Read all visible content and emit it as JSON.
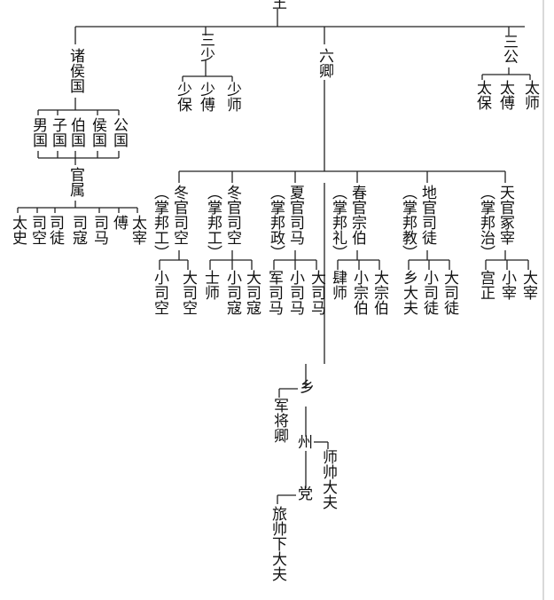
{
  "top": "王",
  "zhuhouguo": "诸侯国",
  "sanshao": "三少",
  "liuqing": "六卿",
  "sangong": "三公",
  "shaobao": "少保",
  "shaofu": "少傅",
  "shaoshi": "少师",
  "taibao": "太保",
  "taifu": "太傅",
  "taishi": "太师",
  "nanguo": "男国",
  "ziguo": "子国",
  "boguo": "伯国",
  "houguo": "侯国",
  "gongguo": "公国",
  "guanshu": "官属",
  "taishi2": "太史",
  "sikong": "司空",
  "situ": "司徒",
  "sikou": "司寇",
  "sima": "司马",
  "fu": "傅",
  "taizai": "太宰",
  "dong1_title": "冬官司空",
  "dong1_paren": "（掌邦工）",
  "dong2_title": "冬官司空",
  "dong2_paren": "（掌邦工）",
  "xia_title": "夏官司马",
  "xia_paren": "（掌邦政）",
  "chun_title": "春官宗伯",
  "chun_paren": "（掌邦礼）",
  "di_title": "地官司徒",
  "di_paren": "（掌邦教）",
  "tian_title": "天官冢宰",
  "tian_paren": "（掌邦治）",
  "xiaosikong": "小司空",
  "dasikong": "大司空",
  "shishi": "士师",
  "xiaosikou": "小司寇",
  "dasikou": "大司寇",
  "junsima": "军司马",
  "xiaosima": "小司马",
  "dasima": "大司马",
  "sishi": "肆师",
  "xiaozongbo": "小宗伯",
  "dazongbo": "大宗伯",
  "xiangdafu": "乡大夫",
  "xiaositu": "小司徒",
  "dasitu": "大司徒",
  "gongzheng": "宫正",
  "xiaozai": "小宰",
  "dazai": "大宰",
  "xiang": "乡",
  "junjiangqing": "军将卿",
  "zhou": "州",
  "shishuaidafu": "师帅大夫",
  "dang": "党",
  "lvshuaixiadafu": "旅帅下大夫"
}
